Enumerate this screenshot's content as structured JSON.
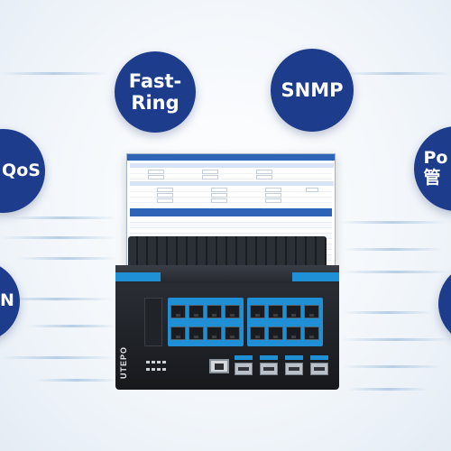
{
  "features": [
    {
      "id": "fast-ring",
      "lines": [
        "Fast-",
        "Ring"
      ]
    },
    {
      "id": "snmp",
      "lines": [
        "SNMP"
      ]
    },
    {
      "id": "qos",
      "lines": [
        "QoS"
      ]
    },
    {
      "id": "poe",
      "lines": [
        "Po",
        "管"
      ]
    },
    {
      "id": "vlan-partial",
      "lines": [
        "N"
      ]
    }
  ],
  "brand": "UTEPO",
  "colors": {
    "bubble": "#1d3c8c",
    "accent": "#1f8fd6",
    "chassis": "#23262b"
  }
}
